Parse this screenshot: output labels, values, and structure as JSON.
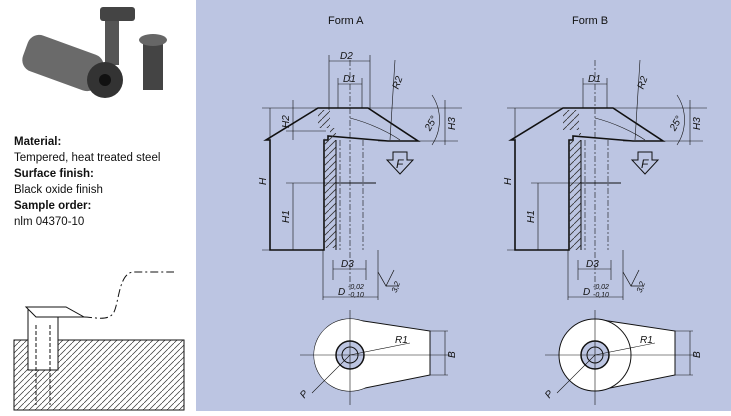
{
  "specs": [
    {
      "label": "Material:",
      "value": "Tempered, heat treated steel"
    },
    {
      "label": "Surface finish:",
      "value": "Black oxide finish"
    },
    {
      "label": "Sample order:",
      "value": "nlm 04370-10"
    }
  ],
  "forms": [
    {
      "title": "Form A"
    },
    {
      "title": "Form B"
    }
  ],
  "dims": {
    "D": "D",
    "D1": "D1",
    "D2": "D2",
    "D3": "D3",
    "H": "H",
    "H1": "H1",
    "H2": "H2",
    "H3": "H3",
    "R1": "R1",
    "R2": "R2",
    "B": "B",
    "P": "P",
    "F": "F",
    "angle": "25°",
    "tol_upper": "-0,02",
    "tol_lower": "-0,10",
    "roughness": "3,2"
  },
  "colors": {
    "panel": "#bcc5e2"
  }
}
